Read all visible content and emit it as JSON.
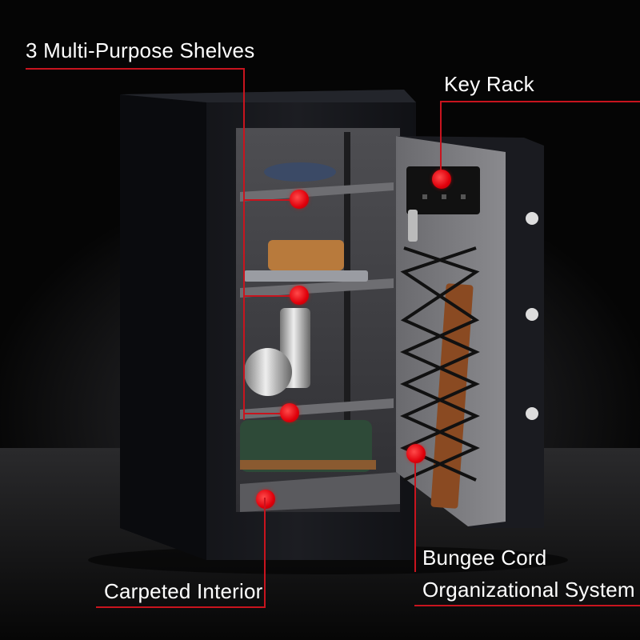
{
  "callouts": {
    "shelves": "3 Multi-Purpose Shelves",
    "key_rack": "Key Rack",
    "carpet": "Carpeted Interior",
    "bungee_line1": "Bungee Cord",
    "bungee_line2": "Organizational System"
  },
  "colors": {
    "accent_red": "#c8141e",
    "safe_body": "#15161a",
    "carpet_gray": "#6e6e72"
  }
}
